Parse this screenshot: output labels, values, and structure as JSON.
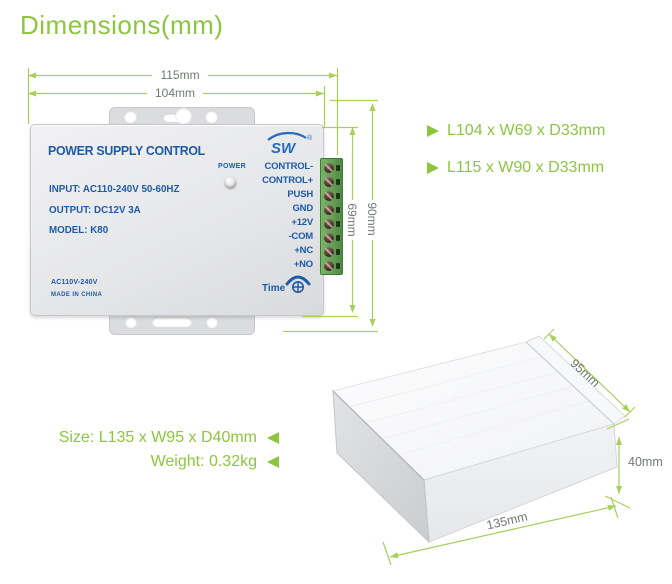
{
  "page": {
    "title": "Dimensions(mm)"
  },
  "colors": {
    "green_accent": "#8CC63F",
    "dimension_line_green": "#A6CF5C",
    "device_text_blue": "#1D5BA8",
    "dim_label_gray": "#6F7A71",
    "terminal_block_green": "#5E9A4C"
  },
  "dims": {
    "d115": "115mm",
    "d104": "104mm",
    "d69": "69mm",
    "d90": "90mm"
  },
  "device": {
    "title": "POWER SUPPLY CONTROL",
    "logo_text": "SW",
    "logo_reg": "®",
    "power_label": "POWER",
    "input": "INPUT: AC110-240V 50-60HZ",
    "output": "OUTPUT: DC12V 3A",
    "model": "MODEL: K80",
    "rating": "AC110V-240V",
    "origin": "MADE IN CHINA",
    "time_label": "Time",
    "terminals": [
      "CONTROL-",
      "CONTROL+",
      "PUSH",
      "GND",
      "+12V",
      "-COM",
      "+NC",
      "+NO"
    ]
  },
  "annotations": {
    "right": [
      "L104 x W69 x D33mm",
      "L115 x W90 x D33mm"
    ],
    "size": "Size: L135 x W95 x D40mm",
    "weight": "Weight: 0.32kg"
  },
  "box": {
    "d95": "95mm",
    "d40": "40mm",
    "d135": "135mm"
  }
}
